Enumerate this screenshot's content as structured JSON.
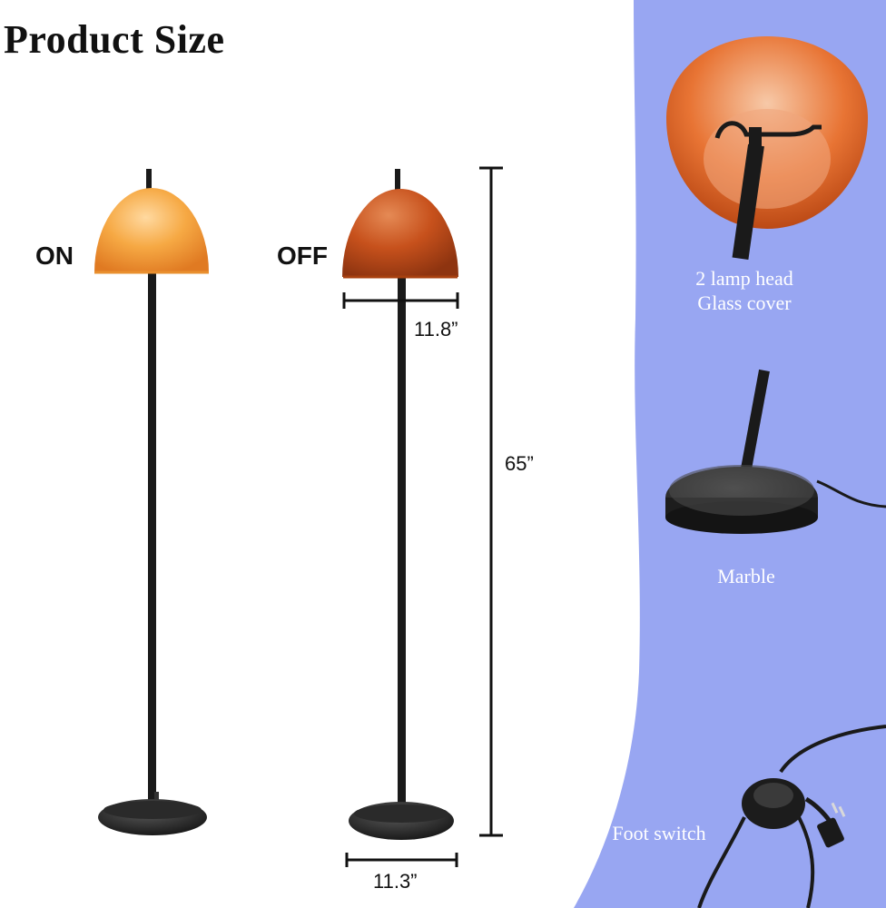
{
  "title": "Product Size",
  "lamps": {
    "on_label": "ON",
    "off_label": "OFF"
  },
  "dimensions": {
    "shade_width": "11.8”",
    "height": "65”",
    "base_width": "11.3”"
  },
  "details": {
    "lamp_head_line1": "2 lamp head",
    "lamp_head_line2": "Glass cover",
    "base": "Marble",
    "switch": "Foot switch"
  },
  "colors": {
    "panel": "#98a6f2",
    "shade_on": "#f6a944",
    "shade_off": "#c7511c",
    "pole": "#1a1a1a"
  }
}
